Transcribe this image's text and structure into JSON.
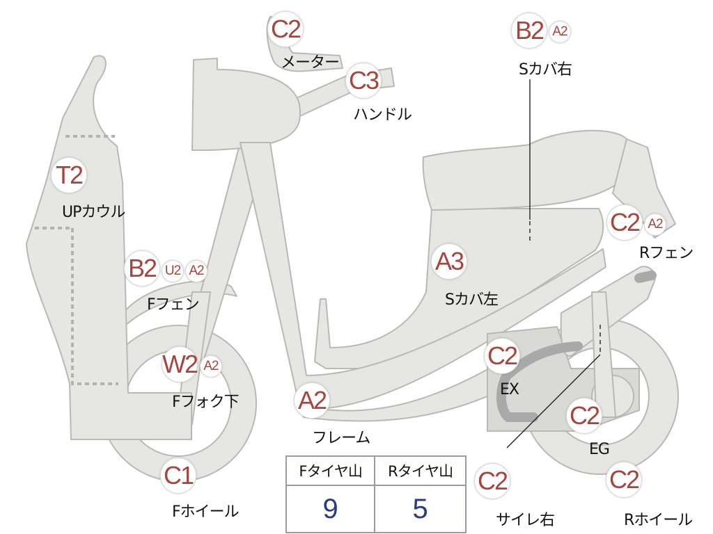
{
  "parts": [
    {
      "id": "meter",
      "codes": [
        "C2"
      ],
      "label": "メーター"
    },
    {
      "id": "handle",
      "codes": [
        "C3"
      ],
      "label": "ハンドル"
    },
    {
      "id": "side-cover-right",
      "codes": [
        "B2",
        "A2"
      ],
      "label": "Sカバ右"
    },
    {
      "id": "upper-cowl",
      "codes": [
        "T2"
      ],
      "label": "UPカウル"
    },
    {
      "id": "rear-fender",
      "codes": [
        "C2",
        "A2"
      ],
      "label": "Rフェン"
    },
    {
      "id": "front-fender",
      "codes": [
        "B2",
        "U2",
        "A2"
      ],
      "label": "Fフェン"
    },
    {
      "id": "side-cover-left",
      "codes": [
        "A3"
      ],
      "label": "Sカバ左"
    },
    {
      "id": "front-fork-lower",
      "codes": [
        "W2",
        "A2"
      ],
      "label": "Fフォク下"
    },
    {
      "id": "exhaust",
      "codes": [
        "C2"
      ],
      "label": "EX"
    },
    {
      "id": "frame",
      "codes": [
        "A2"
      ],
      "label": "フレーム"
    },
    {
      "id": "engine",
      "codes": [
        "C2"
      ],
      "label": "EG"
    },
    {
      "id": "front-wheel",
      "codes": [
        "C1"
      ],
      "label": "Fホイール"
    },
    {
      "id": "muffler-right",
      "codes": [
        "C2"
      ],
      "label": "サイレ右"
    },
    {
      "id": "rear-wheel",
      "codes": [
        "C2"
      ],
      "label": "Rホイール"
    }
  ],
  "tire_table": {
    "headers": [
      "Fタイヤ山",
      "Rタイヤ山"
    ],
    "values": [
      "9",
      "5"
    ]
  },
  "colors": {
    "code_text": "#a8443c",
    "table_value": "#2b3a84",
    "part_fill": "#e6e6e3"
  }
}
